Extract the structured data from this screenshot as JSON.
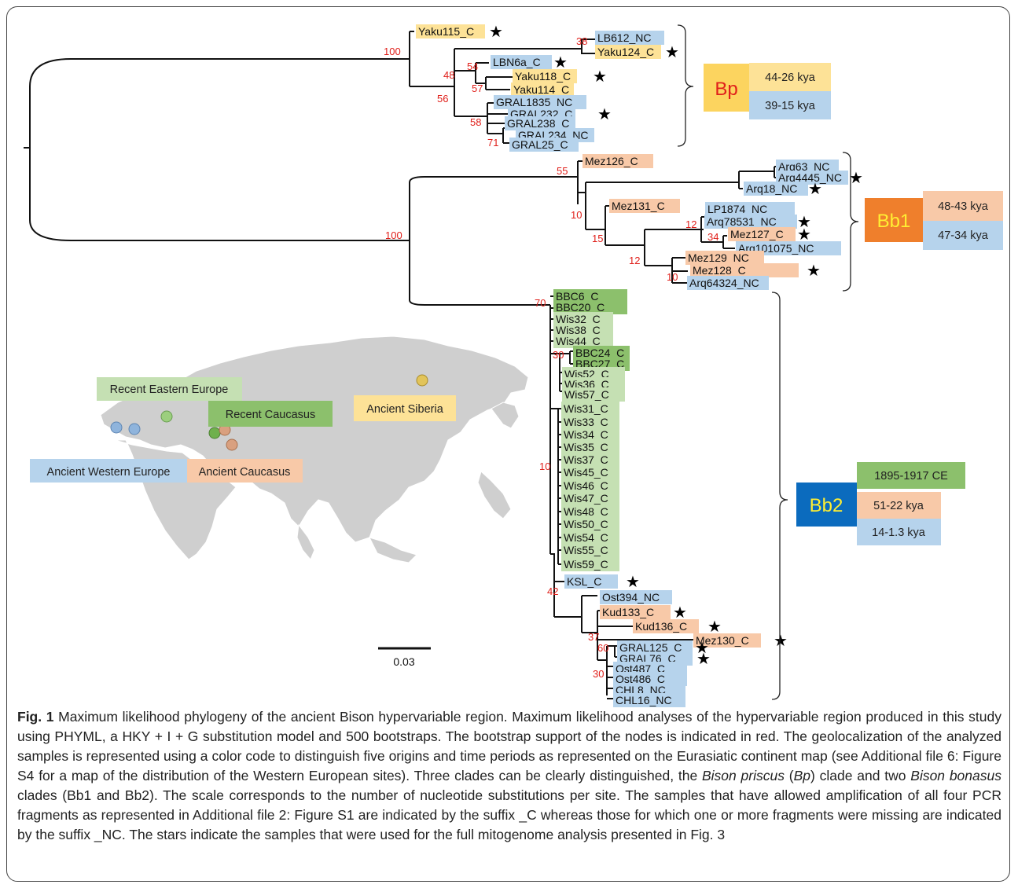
{
  "colors": {
    "ancient_siberia": "#fde297",
    "ancient_western_europe": "#b6d3ec",
    "ancient_caucasus": "#f8c9a8",
    "recent_eastern_europe": "#c5e0b3",
    "recent_caucasus": "#8cc06c",
    "support_red": "#e0201b",
    "bb1_box": "#ef7f2c",
    "bb2_box": "#0b6bbe"
  },
  "tree": {
    "bp_tips": [
      {
        "label": "Yaku115_C",
        "color": "ancient_siberia",
        "star": true
      },
      {
        "label": "LB612_NC",
        "color": "ancient_western_europe",
        "star": false
      },
      {
        "label": "Yaku124_C",
        "color": "ancient_siberia",
        "star": true
      },
      {
        "label": "LBN6a_C",
        "color": "ancient_western_europe",
        "star": true
      },
      {
        "label": "Yaku118_C",
        "color": "ancient_siberia",
        "star": true
      },
      {
        "label": "Yaku114_C",
        "color": "ancient_siberia",
        "star": false
      },
      {
        "label": "GRAL1835_NC",
        "color": "ancient_western_europe",
        "star": false
      },
      {
        "label": "GRAL232_C",
        "color": "ancient_western_europe",
        "star": true
      },
      {
        "label": "GRAL238_C",
        "color": "ancient_western_europe",
        "star": false
      },
      {
        "label": "GRAL234_NC",
        "color": "ancient_western_europe",
        "star": false
      },
      {
        "label": "GRAL25_C",
        "color": "ancient_western_europe",
        "star": false
      }
    ],
    "bb1_tips": [
      {
        "label": "Mez126_C",
        "color": "ancient_caucasus",
        "star": false
      },
      {
        "label": "Arq63_NC",
        "color": "ancient_western_europe",
        "star": false
      },
      {
        "label": "Arq4445_NC",
        "color": "ancient_western_europe",
        "star": true
      },
      {
        "label": "Arq18_NC",
        "color": "ancient_western_europe",
        "star": true
      },
      {
        "label": "Mez131_C",
        "color": "ancient_caucasus",
        "star": false
      },
      {
        "label": "LP1874_NC",
        "color": "ancient_western_europe",
        "star": false
      },
      {
        "label": "Arq78531_NC",
        "color": "ancient_western_europe",
        "star": true
      },
      {
        "label": "Mez127_C",
        "color": "ancient_caucasus",
        "star": true
      },
      {
        "label": "Arq101075_NC",
        "color": "ancient_western_europe",
        "star": false
      },
      {
        "label": "Mez129_NC",
        "color": "ancient_caucasus",
        "star": false
      },
      {
        "label": "Mez128_C",
        "color": "ancient_caucasus",
        "star": true
      },
      {
        "label": "Arq64324_NC",
        "color": "ancient_western_europe",
        "star": false
      }
    ],
    "bb2_tips": [
      {
        "label": "BBC6_C",
        "color": "recent_caucasus",
        "star": false
      },
      {
        "label": "BBC20_C",
        "color": "recent_caucasus",
        "star": false
      },
      {
        "label": "Wis32_C",
        "color": "recent_eastern_europe",
        "star": false
      },
      {
        "label": "Wis38_C",
        "color": "recent_eastern_europe",
        "star": false
      },
      {
        "label": "Wis44_C",
        "color": "recent_eastern_europe",
        "star": false
      },
      {
        "label": "BBC24_C",
        "color": "recent_caucasus",
        "star": false
      },
      {
        "label": "BBC27_C",
        "color": "recent_caucasus",
        "star": false
      },
      {
        "label": "Wis52_C",
        "color": "recent_eastern_europe",
        "star": false
      },
      {
        "label": "Wis36_C",
        "color": "recent_eastern_europe",
        "star": false
      },
      {
        "label": "Wis57_C",
        "color": "recent_eastern_europe",
        "star": false
      },
      {
        "label": "Wis31_C",
        "color": "recent_eastern_europe",
        "star": false
      },
      {
        "label": "Wis33_C",
        "color": "recent_eastern_europe",
        "star": false
      },
      {
        "label": "Wis34_C",
        "color": "recent_eastern_europe",
        "star": false
      },
      {
        "label": "Wis35_C",
        "color": "recent_eastern_europe",
        "star": false
      },
      {
        "label": "Wis37_C",
        "color": "recent_eastern_europe",
        "star": false
      },
      {
        "label": "Wis45_C",
        "color": "recent_eastern_europe",
        "star": false
      },
      {
        "label": "Wis46_C",
        "color": "recent_eastern_europe",
        "star": false
      },
      {
        "label": "Wis47_C",
        "color": "recent_eastern_europe",
        "star": false
      },
      {
        "label": "Wis48_C",
        "color": "recent_eastern_europe",
        "star": false
      },
      {
        "label": "Wis50_C",
        "color": "recent_eastern_europe",
        "star": false
      },
      {
        "label": "Wis54_C",
        "color": "recent_eastern_europe",
        "star": false
      },
      {
        "label": "Wis55_C",
        "color": "recent_eastern_europe",
        "star": false
      },
      {
        "label": "Wis59_C",
        "color": "recent_eastern_europe",
        "star": false
      },
      {
        "label": "KSL_C",
        "color": "ancient_western_europe",
        "star": true
      },
      {
        "label": "Ost394_NC",
        "color": "ancient_western_europe",
        "star": false
      },
      {
        "label": "Kud133_C",
        "color": "ancient_caucasus",
        "star": true
      },
      {
        "label": "Kud136_C",
        "color": "ancient_caucasus",
        "star": true
      },
      {
        "label": "Mez130_C",
        "color": "ancient_caucasus",
        "star": true
      },
      {
        "label": "GRAL125_C",
        "color": "ancient_western_europe",
        "star": true
      },
      {
        "label": "GRAL76_C",
        "color": "ancient_western_europe",
        "star": true
      },
      {
        "label": "Ost487_C",
        "color": "ancient_western_europe",
        "star": false
      },
      {
        "label": "Ost486_C",
        "color": "ancient_western_europe",
        "star": false
      },
      {
        "label": "CHL8_NC",
        "color": "ancient_western_europe",
        "star": false
      },
      {
        "label": "CHL16_NC",
        "color": "ancient_western_europe",
        "star": false
      }
    ],
    "supports": {
      "bp_root": "100",
      "bp_48": "48",
      "bp_38": "38",
      "bp_54": "54",
      "bp_57": "57",
      "bp_56": "56",
      "bp_58": "58",
      "bp_71": "71",
      "bb_root": "100",
      "bb1_55": "55",
      "bb1_10a": "10",
      "bb1_15": "15",
      "bb1_12a": "12",
      "bb1_34": "34",
      "bb1_12b": "12",
      "bb1_10b": "10",
      "bb2_70": "70",
      "bb2_30a": "30",
      "bb2_10": "10",
      "bb2_42": "42",
      "bb2_37": "37",
      "bb2_60": "60",
      "bb2_30b": "30"
    },
    "scale_label": "0.03"
  },
  "clades": {
    "bp": {
      "name": "Bp",
      "periods": [
        {
          "label": "44-26 kya",
          "color": "ancient_siberia"
        },
        {
          "label": "39-15 kya",
          "color": "ancient_western_europe"
        }
      ]
    },
    "bb1": {
      "name": "Bb1",
      "periods": [
        {
          "label": "48-43 kya",
          "color": "ancient_caucasus"
        },
        {
          "label": "47-34 kya",
          "color": "ancient_western_europe"
        }
      ]
    },
    "bb2": {
      "name": "Bb2",
      "periods": [
        {
          "label": "1895-1917 CE",
          "color": "recent_caucasus"
        },
        {
          "label": "51-22 kya",
          "color": "ancient_caucasus"
        },
        {
          "label": "14-1.3 kya",
          "color": "ancient_western_europe"
        }
      ]
    }
  },
  "map": {
    "legend": [
      {
        "label": "Recent Eastern Europe",
        "color": "recent_eastern_europe"
      },
      {
        "label": "Recent Caucasus",
        "color": "recent_caucasus"
      },
      {
        "label": "Ancient Siberia",
        "color": "ancient_siberia"
      },
      {
        "label": "Ancient Western Europe",
        "color": "ancient_western_europe"
      },
      {
        "label": "Ancient Caucasus",
        "color": "ancient_caucasus"
      }
    ]
  },
  "caption": {
    "lead": "Fig. 1",
    "p1": " Maximum likelihood phylogeny of the ancient Bison hypervariable region. Maximum likelihood analyses of the hypervariable region produced in this study using PHYML, a HKY + I + G substitution model and 500 bootstraps. The bootstrap support of the nodes is indicated in red. The geolocalization of the analyzed samples is represented using a color code to distinguish five origins and time periods as represented on the Eurasiatic continent map (see Additional file 6: Figure S4 for a map of the distribution of the Western European sites). Three clades can be clearly distinguished, the ",
    "it1": "Bison priscus",
    "p2": " (",
    "it2": "Bp",
    "p3": ") clade and two ",
    "it3": "Bison bonasus",
    "p4": " clades (Bb1 and Bb2). The scale corresponds to the number of nucleotide substitutions per site. The samples that have allowed amplification of all four PCR fragments as represented in Additional file 2: Figure S1 are indicated by the suffix _C whereas those for which one or more fragments were missing are indicated by the suffix _NC. The stars indicate the samples that were used for the full mitogenome analysis presented in Fig. 3"
  }
}
